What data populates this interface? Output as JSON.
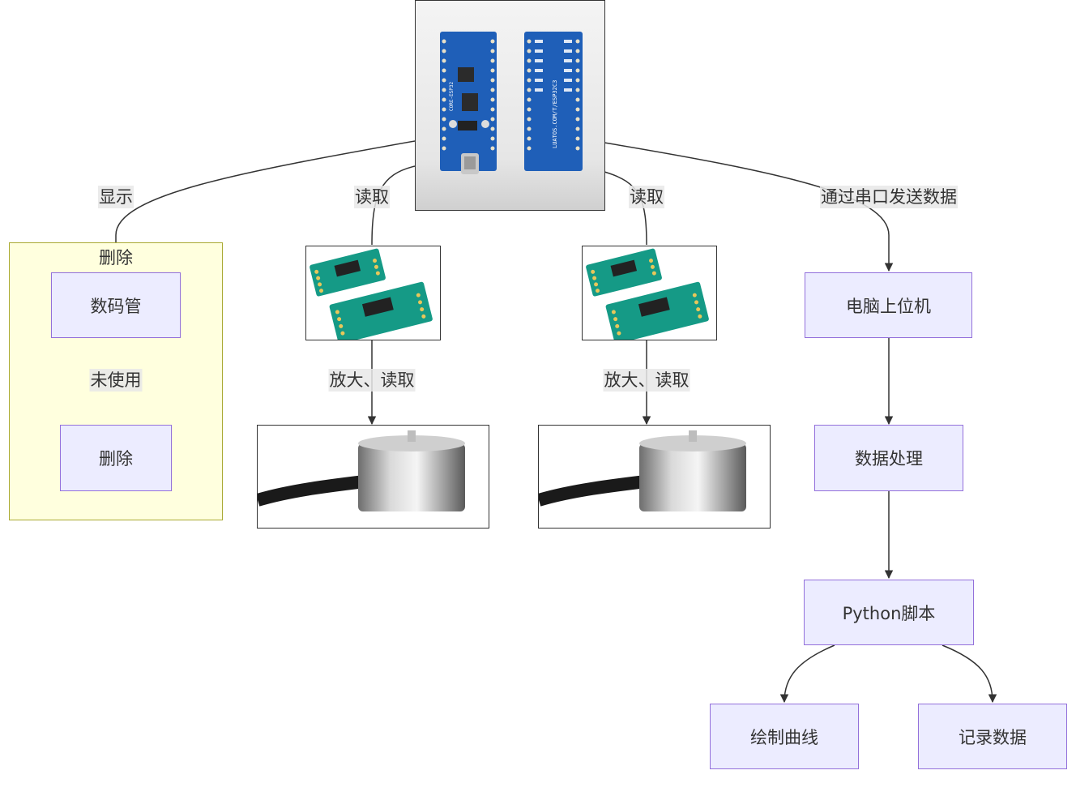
{
  "subgraph": {
    "title": "删除"
  },
  "nodes": {
    "display": "数码管",
    "deleted": "删除",
    "pc_host": "电脑上位机",
    "data_processing": "数据处理",
    "python_script": "Python脚本",
    "draw_curve": "绘制曲线",
    "record_data": "记录数据"
  },
  "edge_labels": {
    "show": "显示",
    "read_left": "读取",
    "read_right": "读取",
    "serial_send": "通过串口发送数据",
    "unused": "未使用",
    "amplify_read_left": "放大、读取",
    "amplify_read_right": "放大、读取"
  },
  "images": {
    "mcu_board": "ESP32-C3 development board photo",
    "amplifier": "HX711 amplifier module photo",
    "load_cell": "load cell sensor photo"
  },
  "board_silkscreen": {
    "front": "CORE-ESP32",
    "back": "LUATOS.COM/T/ESP32C3"
  },
  "colors": {
    "node_fill": "#ECECFF",
    "node_stroke": "#9370DB",
    "subgraph_fill": "#ffffde",
    "subgraph_stroke": "#aaaa33",
    "edge": "#333333",
    "pcb_blue": "#1f5fb8",
    "pcb_green": "#159a86"
  }
}
